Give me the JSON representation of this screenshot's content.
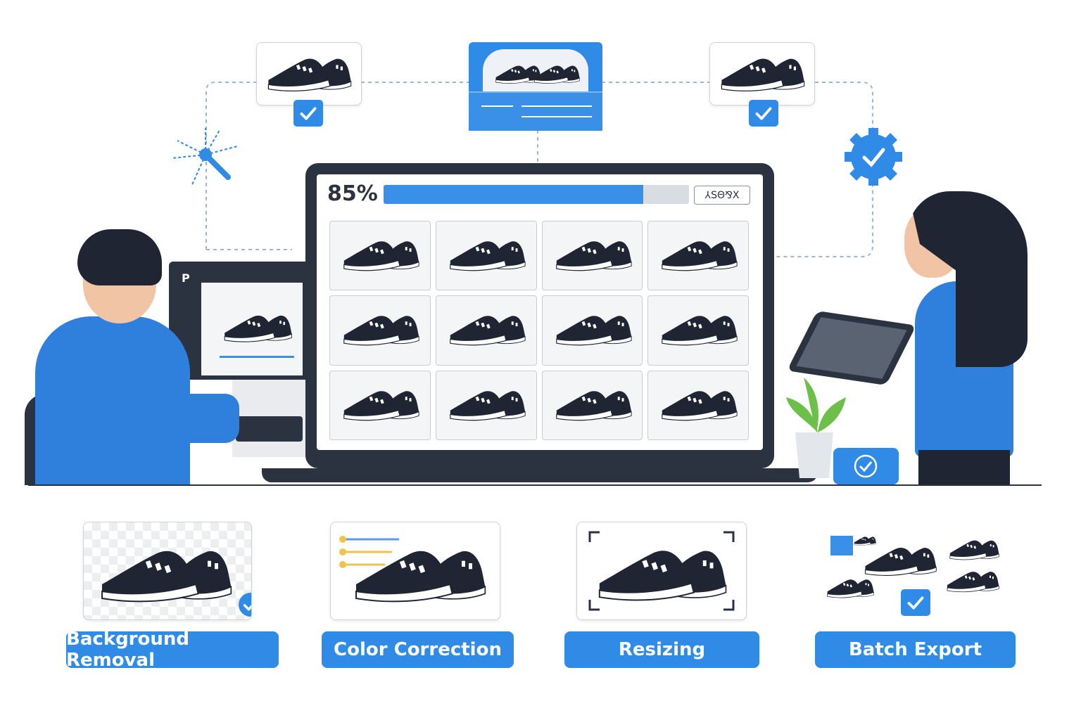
{
  "progress": {
    "percent_label": "85%",
    "value": 85,
    "action_label": "⅄ЅΘ⅋X"
  },
  "colors": {
    "accent": "#2f8be6",
    "dark": "#2b3240",
    "shoe": "#1f2533"
  },
  "thumbnail_grid": {
    "rows": 3,
    "columns": 4
  },
  "features": [
    {
      "label": "Background Removal",
      "icon": "eraser-check-icon"
    },
    {
      "label": "Color Correction",
      "icon": "sliders-icon"
    },
    {
      "label": "Resizing",
      "icon": "resize-corners-icon"
    },
    {
      "label": "Batch Export",
      "icon": "checkbox-icon"
    }
  ],
  "icons": [
    "check-icon",
    "gear-check-icon",
    "magic-wand-icon",
    "shoe-icon"
  ]
}
